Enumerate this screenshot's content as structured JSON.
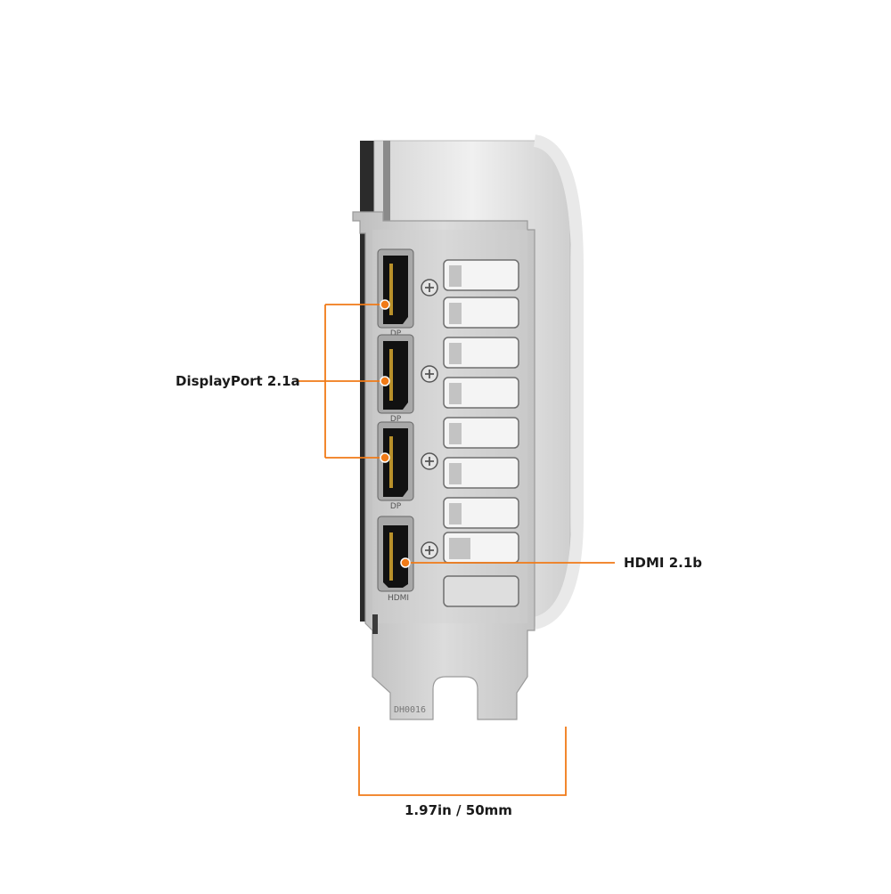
{
  "callouts": {
    "displayport": "DisplayPort 2.1a",
    "hdmi": "HDMI 2.1b",
    "width": "1.97in / 50mm"
  },
  "port_labels": [
    "DP",
    "DP",
    "DP",
    "HDMI"
  ],
  "bracket_stamp": "DH0016",
  "colors": {
    "callout_line": "#f07a17",
    "bracket": "#c9c9c9",
    "shroud": "#e6e6e6",
    "port": "#111111",
    "port_pins": "#b8902a"
  }
}
